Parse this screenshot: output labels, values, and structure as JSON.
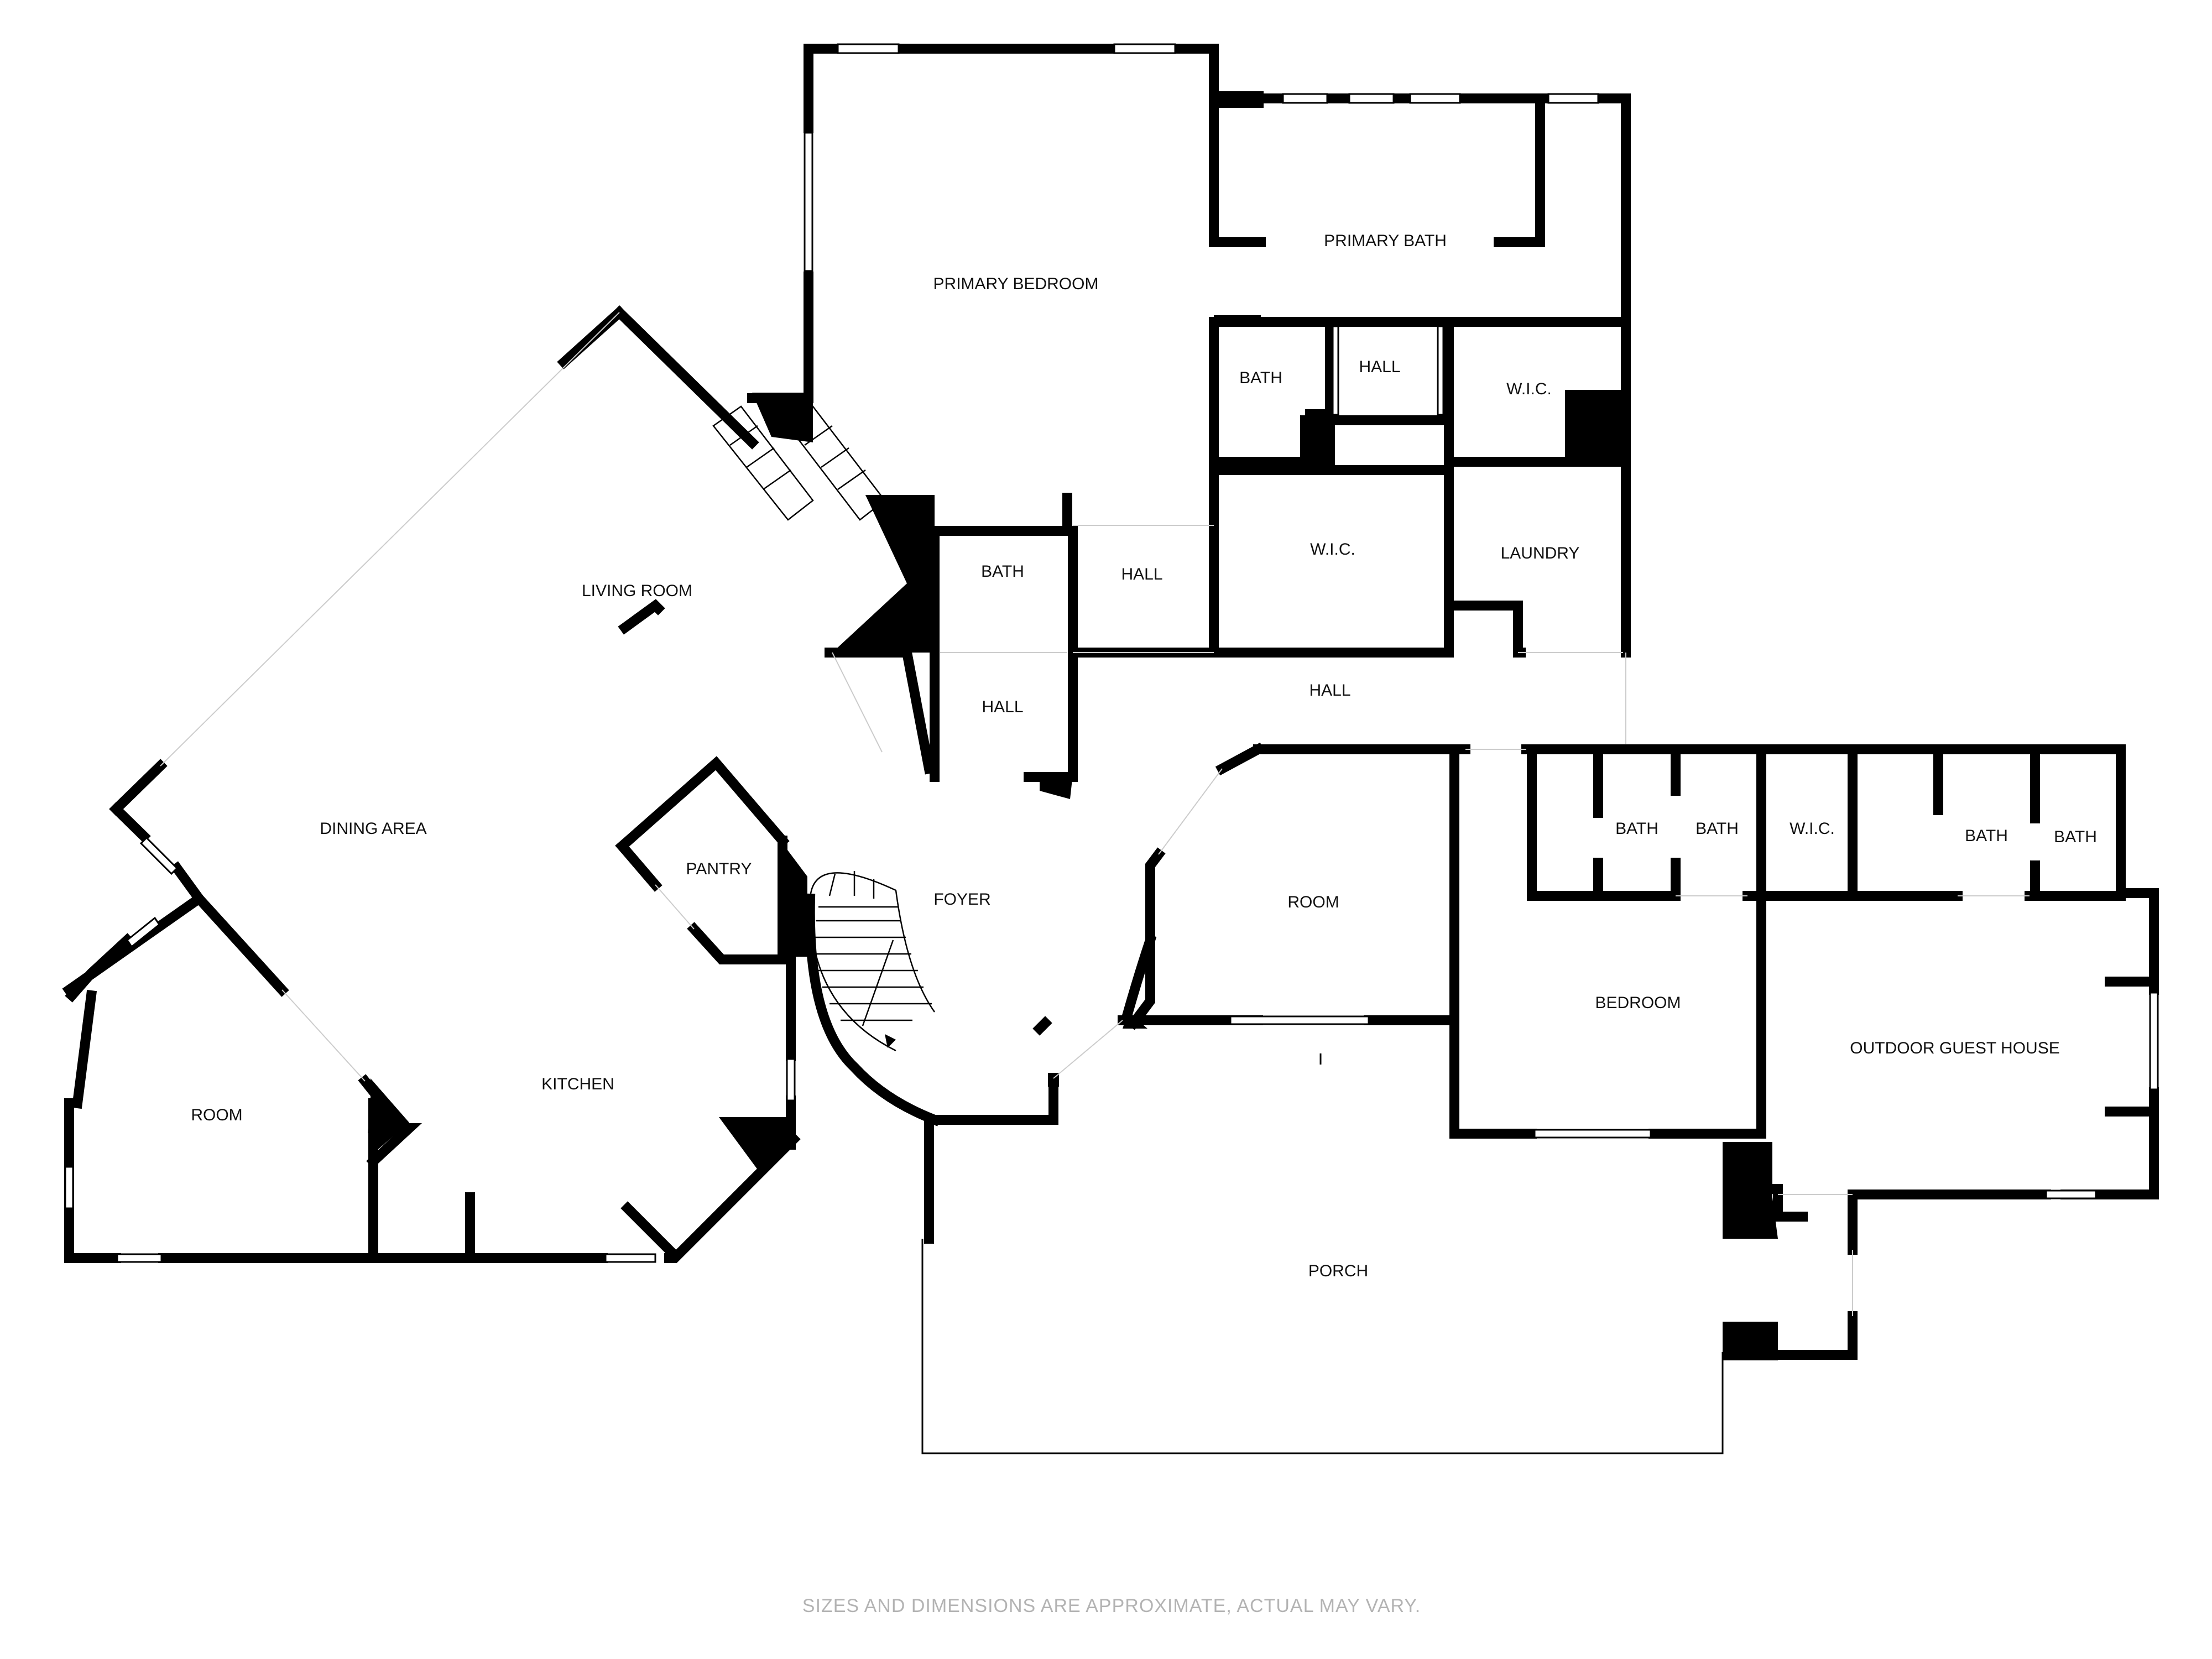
{
  "floor_plan": {
    "rooms": [
      {
        "id": "primary-bedroom",
        "label": "PRIMARY BEDROOM"
      },
      {
        "id": "primary-bath",
        "label": "PRIMARY BATH"
      },
      {
        "id": "bath-upper",
        "label": "BATH"
      },
      {
        "id": "hall-upper",
        "label": "HALL"
      },
      {
        "id": "wic-upper",
        "label": "W.I.C."
      },
      {
        "id": "wic-middle",
        "label": "W.I.C."
      },
      {
        "id": "laundry",
        "label": "LAUNDRY"
      },
      {
        "id": "living-room",
        "label": "LIVING ROOM"
      },
      {
        "id": "bath-middle",
        "label": "BATH"
      },
      {
        "id": "hall-middle",
        "label": "HALL"
      },
      {
        "id": "hall-lower",
        "label": "HALL"
      },
      {
        "id": "hall-main",
        "label": "HALL"
      },
      {
        "id": "dining-area",
        "label": "DINING AREA"
      },
      {
        "id": "pantry",
        "label": "PANTRY"
      },
      {
        "id": "foyer",
        "label": "FOYER"
      },
      {
        "id": "room-center",
        "label": "ROOM"
      },
      {
        "id": "bath-guest-1",
        "label": "BATH"
      },
      {
        "id": "bath-guest-2",
        "label": "BATH"
      },
      {
        "id": "wic-guest",
        "label": "W.I.C."
      },
      {
        "id": "bath-guest-3",
        "label": "BATH"
      },
      {
        "id": "bath-guest-4",
        "label": "BATH"
      },
      {
        "id": "bedroom",
        "label": "BEDROOM"
      },
      {
        "id": "outdoor-guest-house",
        "label": "OUTDOOR GUEST HOUSE"
      },
      {
        "id": "kitchen",
        "label": "KITCHEN"
      },
      {
        "id": "room-left",
        "label": "ROOM"
      },
      {
        "id": "porch",
        "label": "PORCH"
      }
    ],
    "disclaimer": "SIZES AND DIMENSIONS ARE APPROXIMATE, ACTUAL MAY VARY."
  }
}
